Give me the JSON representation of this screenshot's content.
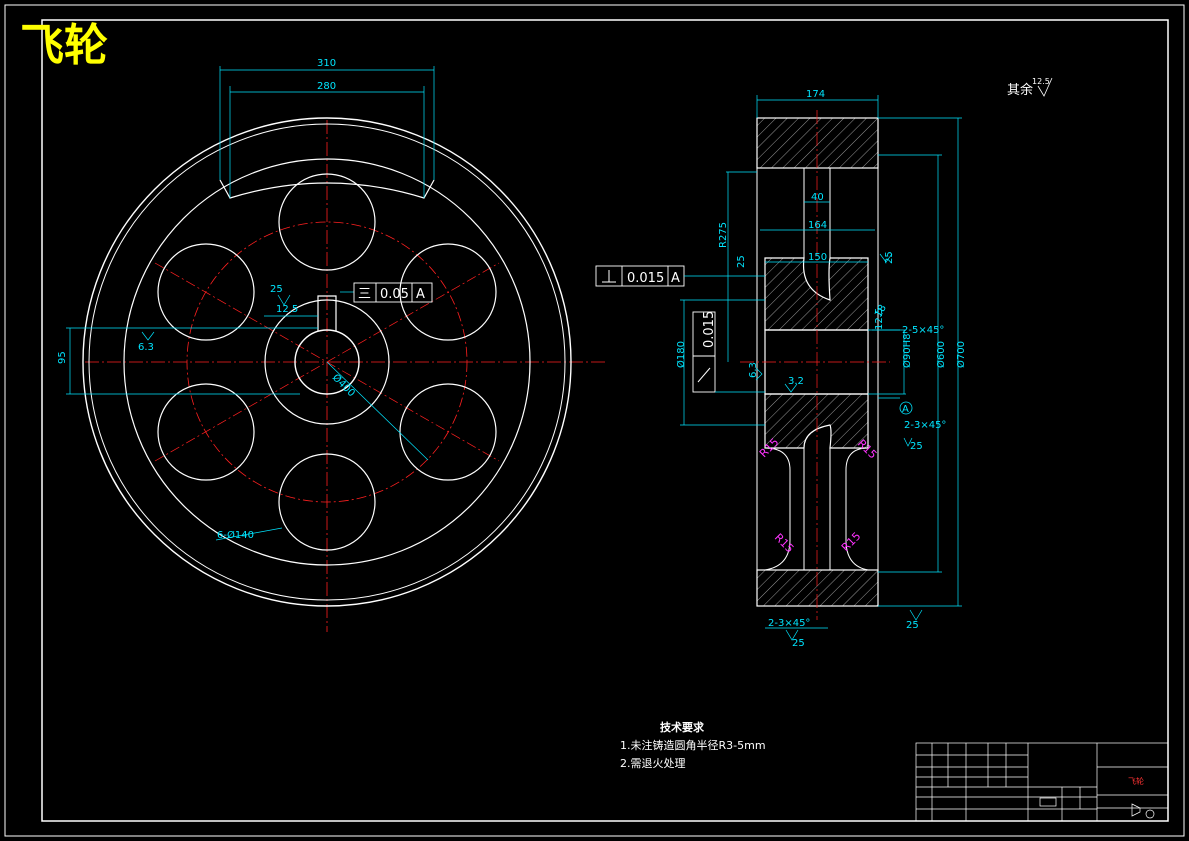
{
  "title": "飞轮",
  "roughness_note": {
    "label": "其余",
    "value": "12.5"
  },
  "front_view": {
    "dim_outer_top": "310",
    "dim_inner_top": "280",
    "tol_symbol": "三",
    "tol_value": "0.05",
    "tol_datum": "A",
    "dim_keyway_width": "25",
    "rough_keyway": "12.5",
    "dim_key_depth": "95",
    "rough_left": "6.3",
    "dim_bore": "Ø400",
    "dim_holes": "6-Ø140"
  },
  "side_view": {
    "dim_width_total": "174",
    "dim_rim_center": "40",
    "dim_rim_inner": "164",
    "dim_r275": "R275",
    "rough_25_left": "25",
    "dim_hub_width": "150",
    "rough_25_right": "25",
    "perp_tol_value": "0.015",
    "perp_tol_datum": "A",
    "runout_value": "0.015",
    "dim_hub_dia": "Ø180",
    "rough_6_3": "6.3",
    "rough_3_2": "3.2",
    "dim_bore_fit": "Ø90H8",
    "dim_d600": "Ø600",
    "dim_d700": "Ø700",
    "chamfer_top": "2-5×45°",
    "chamfer_right": "2-3×45°",
    "rough_18": "18",
    "rough_12_5": "12.5",
    "rough_25_mid": "25",
    "datum_label": "A",
    "r15_a": "R15",
    "r15_b": "R15",
    "r15_c": "R15",
    "r15_d": "R15",
    "chamfer_bottom": "2-3×45°",
    "rough_bottom_left": "25",
    "rough_bottom_right": "25"
  },
  "tech_notes": {
    "heading": "技术要求",
    "line1": "1.未注铸造圆角半径R3-5mm",
    "line2": "2.需退火处理"
  },
  "title_block": {
    "part_name": "飞轮"
  },
  "colors": {
    "background": "#000000",
    "outline": "#ffffff",
    "dimension": "#00e5ff",
    "centerline": "#ff2020",
    "title": "#ffff00",
    "radius_label": "#ff33ff"
  }
}
